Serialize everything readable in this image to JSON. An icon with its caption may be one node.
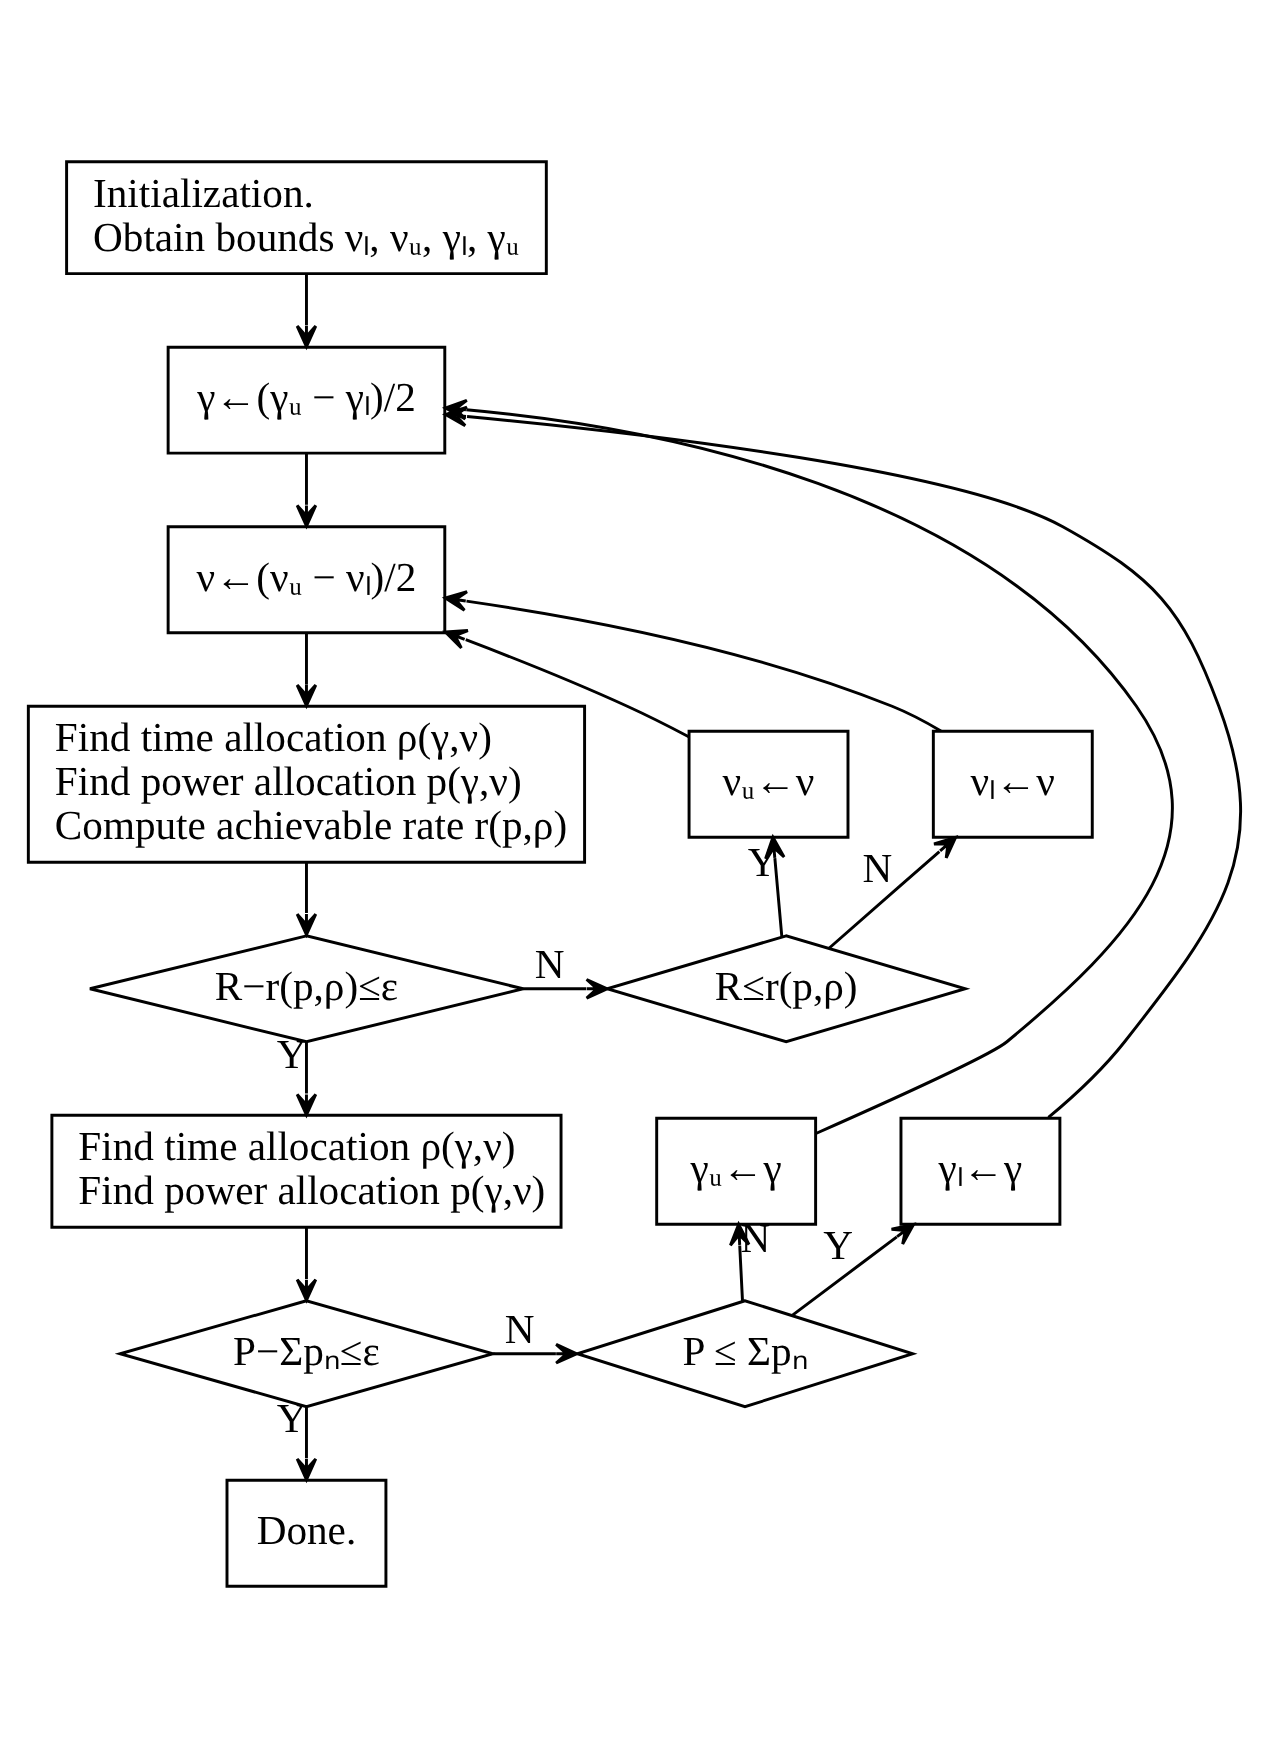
{
  "diagram": {
    "nodes": [
      {
        "text": [
          "Initialization.",
          "Obtain bounds νₗ, νᵤ, γₗ, γᵤ"
        ]
      },
      {
        "text": [
          "γ←(γᵤ − γₗ)/2"
        ]
      },
      {
        "text": [
          "ν←(νᵤ − νₗ)/2"
        ]
      },
      {
        "text": [
          "Find time allocation ρ(γ,ν)",
          "Find power allocation p(γ,ν)",
          "Compute achievable rate r(p,ρ)"
        ]
      },
      {
        "text": [
          "R−r(p,ρ)≤ε"
        ]
      },
      {
        "text": [
          "R≤r(p,ρ)"
        ]
      },
      {
        "text": [
          "νᵤ←ν"
        ]
      },
      {
        "text": [
          "νₗ←ν"
        ]
      },
      {
        "text": [
          "Find time allocation ρ(γ,ν)",
          "Find power allocation p(γ,ν)"
        ]
      },
      {
        "text": [
          "P−Σpₙ≤ε"
        ]
      },
      {
        "text": [
          "P ≤ Σpₙ"
        ]
      },
      {
        "text": [
          "γᵤ←γ"
        ]
      },
      {
        "text": [
          "γₗ←γ"
        ]
      },
      {
        "text": [
          "Done."
        ]
      }
    ],
    "edges": [
      {
        "from": 0,
        "to": 1,
        "arrow": "to"
      },
      {
        "from": 1,
        "to": 2,
        "arrow": "to"
      },
      {
        "from": 2,
        "to": 3,
        "arrow": "to"
      },
      {
        "from": 3,
        "to": 4,
        "arrow": "to"
      },
      {
        "from": 4,
        "to": 5,
        "arrow": "to",
        "label": "N"
      },
      {
        "from": 5,
        "to": 6,
        "arrow": "to",
        "label": "Y"
      },
      {
        "from": 5,
        "to": 7,
        "arrow": "to",
        "label": "N"
      },
      {
        "from": 6,
        "to": 2,
        "arrow": "to"
      },
      {
        "from": 7,
        "to": 2,
        "arrow": "to"
      },
      {
        "from": 4,
        "to": 8,
        "arrow": "to",
        "label": "Y"
      },
      {
        "from": 8,
        "to": 9,
        "arrow": "to"
      },
      {
        "from": 9,
        "to": 10,
        "arrow": "to",
        "label": "N"
      },
      {
        "from": 10,
        "to": 11,
        "arrow": "to",
        "label": "N"
      },
      {
        "from": 10,
        "to": 12,
        "arrow": "to",
        "label": "Y"
      },
      {
        "from": 11,
        "to": 1,
        "arrow": "to"
      },
      {
        "from": 12,
        "to": 1,
        "arrow": "to"
      },
      {
        "from": 9,
        "to": 13,
        "arrow": "to",
        "label": "Y"
      }
    ]
  }
}
